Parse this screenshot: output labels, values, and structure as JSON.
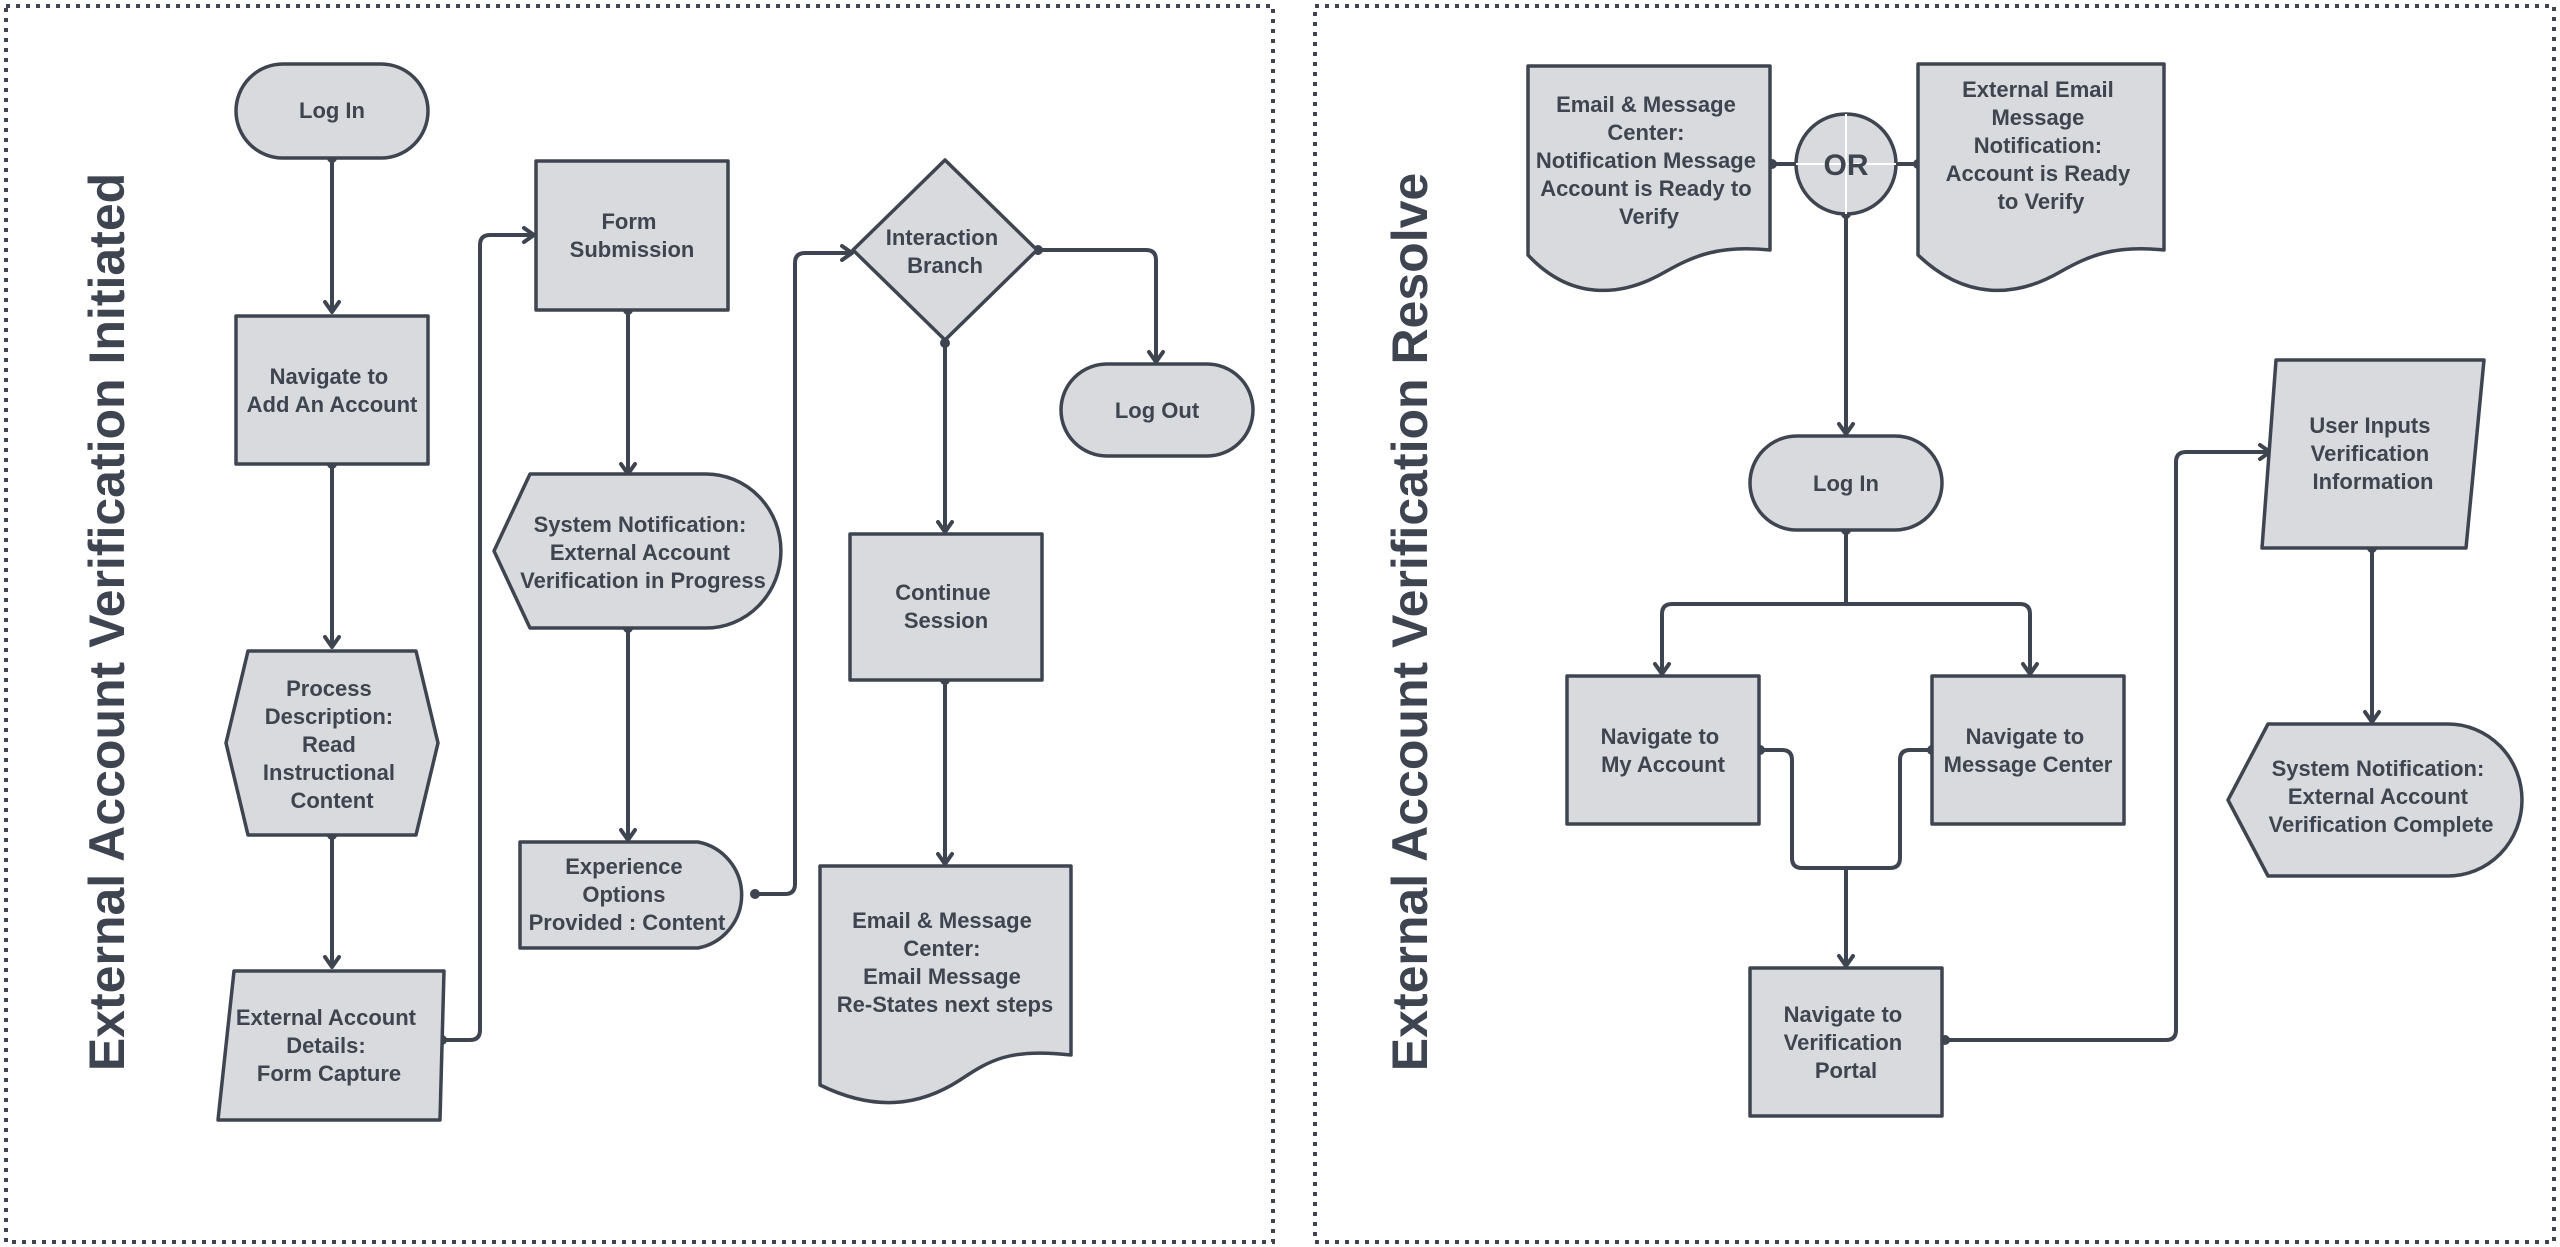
{
  "panels": {
    "left": {
      "title": "External Account Verification Initiated",
      "nodes": {
        "login": [
          "Log In"
        ],
        "navigate_add_account": [
          "Navigate to",
          "Add An Account"
        ],
        "process_description": [
          "Process",
          "Description:",
          "Read",
          "Instructional",
          "Content"
        ],
        "external_account_details": [
          "External Account",
          "Details:",
          "Form Capture"
        ],
        "form_submission": [
          "Form",
          "Submission"
        ],
        "system_notification_progress": [
          "System Notification:",
          "External Account",
          "Verification in Progress"
        ],
        "experience_options": [
          "Experience",
          "Options",
          "Provided : Content"
        ],
        "interaction_branch": [
          "Interaction",
          "Branch"
        ],
        "log_out": [
          "Log Out"
        ],
        "continue_session": [
          "Continue",
          "Session"
        ],
        "email_message_center": [
          "Email & Message",
          "Center:",
          "Email Message",
          "Re-States next steps"
        ]
      }
    },
    "right": {
      "title": "External Account Verification Resolve",
      "nodes": {
        "email_center_notification": [
          "Email & Message",
          "Center:",
          "Notification Message",
          "Account is Ready to",
          "Verify"
        ],
        "or_junction": [
          "OR"
        ],
        "external_email_notification": [
          "External Email",
          "Message",
          "Notification:",
          "Account is Ready",
          "to Verify"
        ],
        "login": [
          "Log In"
        ],
        "navigate_my_account": [
          "Navigate to",
          "My Account"
        ],
        "navigate_message_center": [
          "Navigate to",
          "Message Center"
        ],
        "navigate_verification_portal": [
          "Navigate to",
          "Verification",
          "Portal"
        ],
        "user_inputs": [
          "User Inputs",
          "Verification",
          "Information"
        ],
        "system_notification_complete": [
          "System Notification:",
          "External Account",
          "Verification Complete"
        ]
      }
    }
  },
  "colors": {
    "node_fill": "#d8dadd",
    "stroke": "#3f4550",
    "text": "#3f4550",
    "background": "#ffffff"
  }
}
